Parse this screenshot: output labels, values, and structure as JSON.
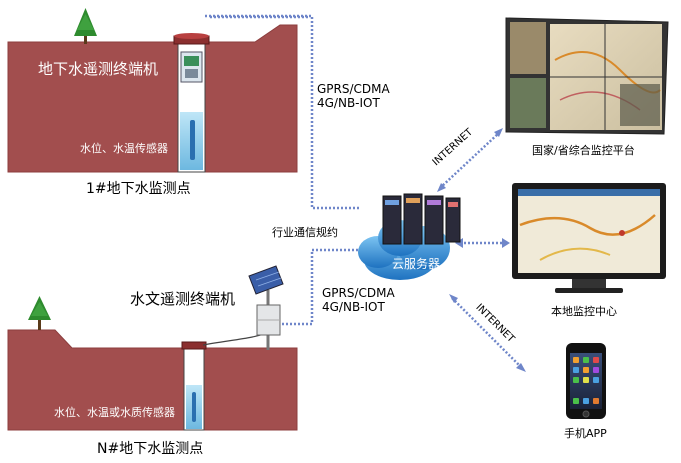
{
  "site1": {
    "terminal": "地下水遥测终端机",
    "sensor": "水位、水温传感器",
    "caption": "1#地下水监测点"
  },
  "siteN": {
    "terminal": "水文遥测终端机",
    "sensor": "水位、水温或水质传感器",
    "caption": "N#地下水监测点"
  },
  "links": {
    "upper_l1": "GPRS/CDMA",
    "upper_l2": "4G/NB-IOT",
    "lower_l1": "GPRS/CDMA",
    "lower_l2": "4G/NB-IOT",
    "protocol": "行业通信规约",
    "internet_upper": "INTERNET",
    "internet_lower": "INTERNET"
  },
  "cloud": {
    "label": "云服务器"
  },
  "endpoints": {
    "national": "国家/省综合监控平台",
    "local": "本地监控中心",
    "app": "手机APP"
  },
  "colors": {
    "ground": "#a24e4e",
    "ground_edge": "#8c3e3e",
    "tree": "#2e8b2e",
    "link": "#6f86c9",
    "cloud": "#3a8fd6",
    "water": "#9fd3ef"
  }
}
